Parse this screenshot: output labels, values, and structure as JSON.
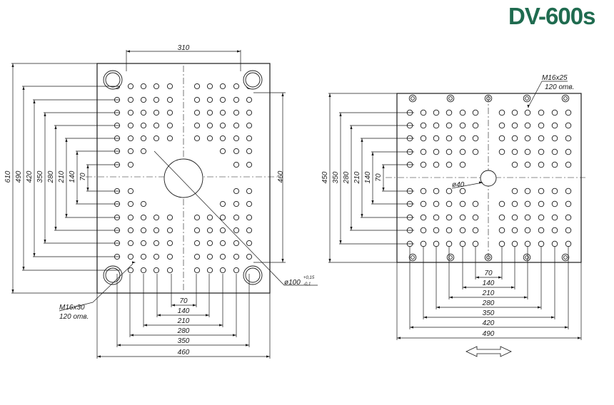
{
  "title": "DV-600s",
  "colors": {
    "title": "#1f6b4f",
    "lines": "#1a1a1a"
  },
  "left_plate": {
    "top_dim": "310",
    "left_dims": [
      "610",
      "490",
      "420",
      "350",
      "280",
      "210",
      "140",
      "70"
    ],
    "right_dim": "460",
    "bottom_dims": [
      "70",
      "140",
      "210",
      "280",
      "350",
      "460"
    ],
    "thread_label": "M16x30",
    "holes_label": "120 отв.",
    "center_bore": "ø100",
    "center_tol_upper": "+0,15",
    "center_tol_lower": "-0,1"
  },
  "right_plate": {
    "thread_label": "M16x25",
    "holes_label": "120 отв.",
    "left_dims": [
      "450",
      "350",
      "280",
      "210",
      "140",
      "70"
    ],
    "center_bore": "ø40",
    "bottom_dims": [
      "70",
      "140",
      "210",
      "280",
      "350",
      "420",
      "490"
    ]
  }
}
